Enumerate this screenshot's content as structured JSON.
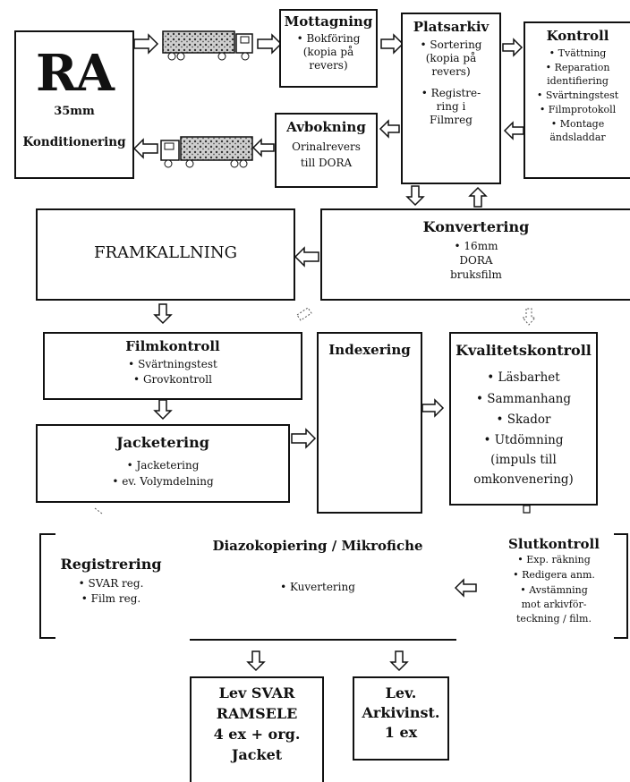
{
  "ra": {
    "title": "RA",
    "sub1": "35mm",
    "sub2": "Konditionering"
  },
  "mottagning": {
    "title": "Mottagning",
    "lines": [
      "• Bokföring",
      "(kopia på",
      "revers)"
    ]
  },
  "platsarkiv": {
    "title": "Platsarkiv",
    "lines": [
      "• Sortering",
      "(kopia på",
      "revers)",
      "• Registre-",
      "ring i",
      "Filmreg"
    ]
  },
  "kontroll": {
    "title": "Kontroll",
    "lines": [
      "• Tvättning",
      "• Reparation",
      "identifiering",
      "• Svärtningstest",
      "• Filmprotokoll",
      "• Montage",
      "ändsladdar"
    ]
  },
  "avbokning": {
    "title": "Avbokning",
    "lines": [
      "Orinalrevers",
      "till DORA"
    ]
  },
  "framkallning": {
    "title": "FRAMKALLNING"
  },
  "konvertering": {
    "title": "Konvertering",
    "lines": [
      "• 16mm",
      "DORA",
      "bruksfilm"
    ]
  },
  "filmkontroll": {
    "title": "Filmkontroll",
    "lines": [
      "• Svärtningstest",
      "• Grovkontroll"
    ]
  },
  "indexering": {
    "title": "Indexering"
  },
  "kvalitet": {
    "title": "Kvalitetskontroll",
    "lines": [
      "• Läsbarhet",
      "• Sammanhang",
      "• Skador",
      "• Utdömning",
      "(impuls till",
      "omkonvenering)"
    ]
  },
  "jacketering": {
    "title": "Jacketering",
    "lines": [
      "• Jacketering",
      "• ev. Volymdelning"
    ]
  },
  "registrering": {
    "title": "Registrering",
    "lines": [
      "• SVAR reg.",
      "• Film reg."
    ]
  },
  "diazo": {
    "title": "Diazokopiering / Mikrofiche",
    "line": "• Kuvertering"
  },
  "slutkontroll": {
    "title": "Slutkontroll",
    "lines": [
      "• Exp. räkning",
      "• Redigera anm.",
      "• Avstämning",
      "mot arkivför-",
      "teckning / film."
    ]
  },
  "lev_svar": {
    "lines": [
      "Lev SVAR",
      "RAMSELE",
      "4 ex + org.",
      "Jacket"
    ]
  },
  "lev_arkiv": {
    "lines": [
      "Lev.",
      "Arkivinst.",
      "1 ex"
    ]
  }
}
